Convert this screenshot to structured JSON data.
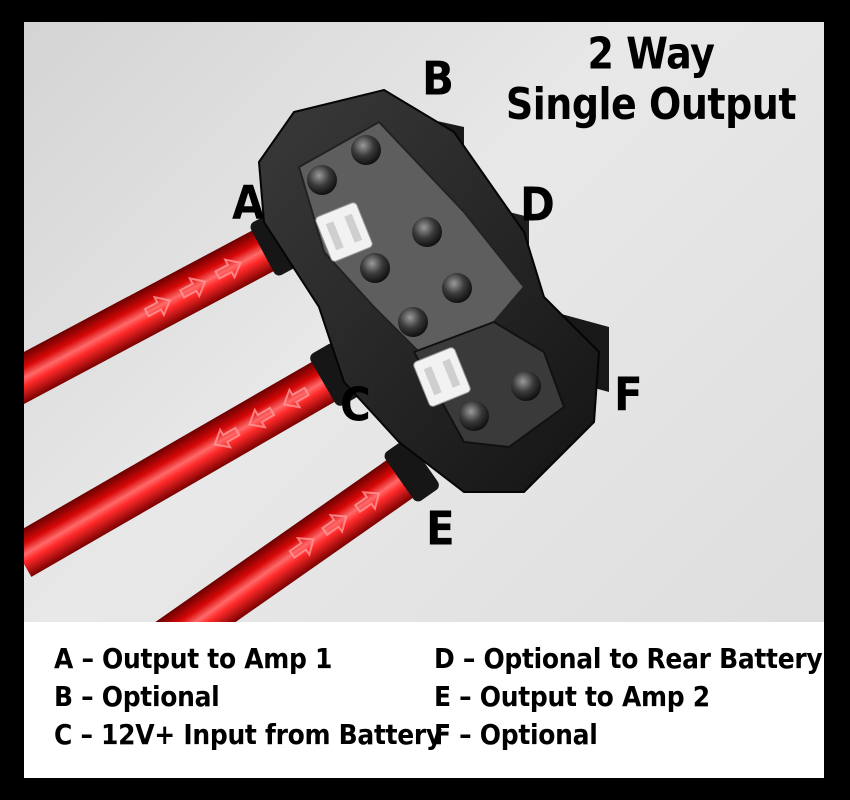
{
  "title": {
    "line1": "2 Way",
    "line2": "Single Output"
  },
  "labels": {
    "a": "A",
    "b": "B",
    "c": "C",
    "d": "D",
    "e": "E",
    "f": "F"
  },
  "legend": {
    "a": "A – Output to Amp 1",
    "b": "B – Optional",
    "c": "C – 12V+ Input from Battery",
    "d": "D – Optional to Rear Battery",
    "e": "E – Output to Amp 2",
    "f": "F – Optional"
  },
  "colors": {
    "cable": "#e01010",
    "block": "#1c1c1c",
    "background": "#e2e2e2",
    "border": "#000000"
  }
}
